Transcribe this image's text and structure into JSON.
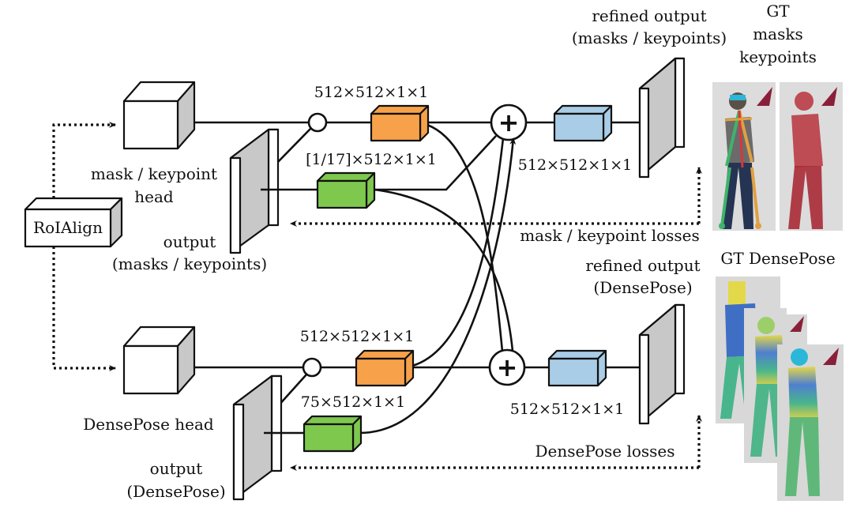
{
  "labels": {
    "roialign": "RoIAlign",
    "mask_head_line1": "mask / keypoint",
    "mask_head_line2": "head",
    "densepose_head": "DensePose head",
    "output_masks_line1": "output",
    "output_masks_line2": "(masks / keypoints)",
    "output_dp_line1": "output",
    "output_dp_line2": "(DensePose)",
    "conv_top_orange": "512×512×1×1",
    "conv_top_green": "[1/17]×512×1×1",
    "conv_top_blue": "512×512×1×1",
    "conv_bottom_orange": "512×512×1×1",
    "conv_bottom_green": "75×512×1×1",
    "conv_bottom_blue": "512×512×1×1",
    "refined_top_line1": "refined output",
    "refined_top_line2": "(masks / keypoints)",
    "refined_bottom_line1": "refined output",
    "refined_bottom_line2": "(DensePose)",
    "gt_top_line1": "GT",
    "gt_top_line2": "masks",
    "gt_top_line3": "keypoints",
    "gt_densepose": "GT DensePose",
    "mask_losses": "mask / keypoint losses",
    "densepose_losses": "DensePose losses",
    "plus": "+"
  },
  "colors": {
    "orange": "#f7a24a",
    "green": "#7ec84e",
    "blue": "#a9cde6",
    "gray": "#c8c8c8",
    "white": "#ffffff",
    "gt_mask_red": "#b8323c",
    "gt_densepose_yellow": "#e3d84a",
    "gt_densepose_blue": "#3f6fc4",
    "gt_densepose_green": "#49b58c"
  }
}
